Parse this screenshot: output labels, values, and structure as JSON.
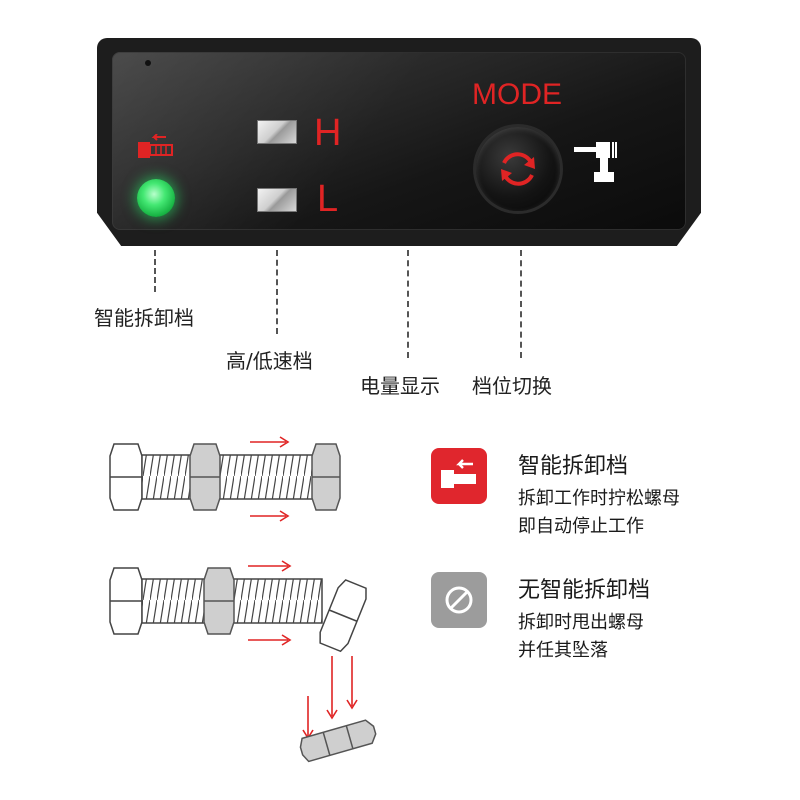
{
  "panel": {
    "mode_label": "MODE",
    "high_letter": "H",
    "low_letter": "L",
    "accent_color": "#e02424",
    "led_color": "#2ee061",
    "icons": [
      "smart-unscrew-icon",
      "status-led",
      "mode-cycle-icon",
      "nut-bolt-icon"
    ]
  },
  "labels": {
    "smart_mode": "智能拆卸档",
    "speed": "高/低速档",
    "battery": "电量显示",
    "mode_switch": "档位切换"
  },
  "legend": [
    {
      "title": "智能拆卸档",
      "line1": "拆卸工作时拧松螺母",
      "line2": "即自动停止工作",
      "icon": "smart-unscrew-icon",
      "color": "#e0262d"
    },
    {
      "title": "无智能拆卸档",
      "line1": "拆卸时甩出螺母",
      "line2": "并任其坠落",
      "icon": "prohibited-icon",
      "color": "#9c9c9c"
    }
  ]
}
